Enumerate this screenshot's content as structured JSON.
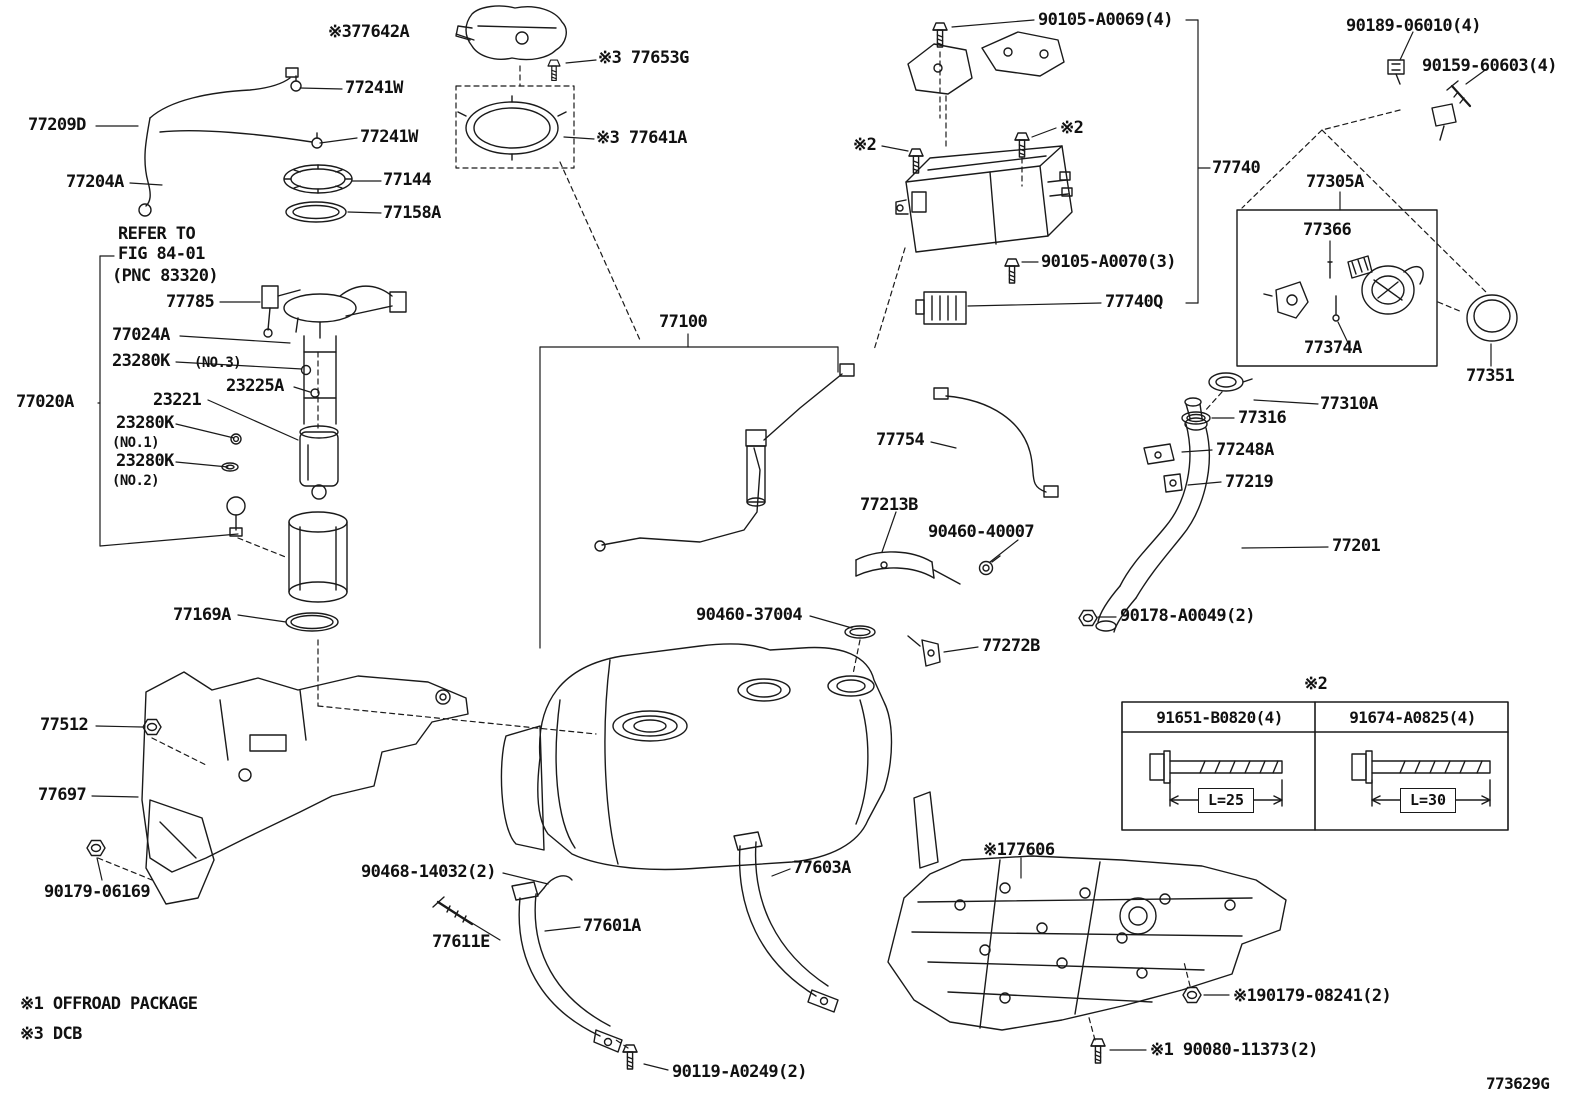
{
  "diagram": {
    "code": "773629G",
    "notes": {
      "offroad": "※1 OFFROAD PACKAGE",
      "dcb": "※3 DCB"
    },
    "refer": {
      "l1": "REFER TO",
      "l2": "FIG 84-01",
      "l3": "(PNC 83320)"
    },
    "labels": {
      "p77642a": "※377642A",
      "p77653g": "※3 77653G",
      "p77241w_a": "77241W",
      "p77209d": "77209D",
      "p77241w_b": "77241W",
      "p77641a": "※3 77641A",
      "p77204a": "77204A",
      "p77144": "77144",
      "p77158a": "77158A",
      "p77785": "77785",
      "p77024a": "77024A",
      "p23280k_no3": "23280K",
      "p23280k_no3_sub": "(NO.3)",
      "p23225a": "23225A",
      "p77020a": "77020A",
      "p23221": "23221",
      "p23280k_no1": "23280K",
      "p23280k_no1_sub": "(NO.1)",
      "p23280k_no2": "23280K",
      "p23280k_no2_sub": "(NO.2)",
      "p77169a": "77169A",
      "p77512": "77512",
      "p77697": "77697",
      "p90179_06169": "90179-06169",
      "p77100": "77100",
      "p77754": "77754",
      "p77213b": "77213B",
      "p90460_40007": "90460-40007",
      "p90460_37004": "90460-37004",
      "p77272b": "77272B",
      "p90468_14032": "90468-14032(2)",
      "p77611e": "77611E",
      "p77601a": "77601A",
      "p77603a": "77603A",
      "p90119_a0249": "90119-A0249(2)",
      "p90105_a0069": "90105-A0069(4)",
      "p90189_06010": "90189-06010(4)",
      "p90159_60603": "90159-60603(4)",
      "x2_a": "※2",
      "x2_b": "※2",
      "p77740": "77740",
      "p77305a": "77305A",
      "p77366": "77366",
      "p90105_a0070": "90105-A0070(3)",
      "p77740q": "77740Q",
      "p77374a": "77374A",
      "p77351": "77351",
      "p77310a": "77310A",
      "p77316": "77316",
      "p77248a": "77248A",
      "p77219": "77219",
      "p77201": "77201",
      "p90178_a0049": "90178-A0049(2)",
      "p77606": "※177606",
      "p90179_08241": "※190179-08241(2)",
      "p90080_11373": "※1 90080-11373(2)"
    },
    "table": {
      "note": "※2",
      "col1": "91651-B0820(4)",
      "col2": "91674-A0825(4)",
      "dim1": "L=25",
      "dim2": "L=30"
    }
  }
}
